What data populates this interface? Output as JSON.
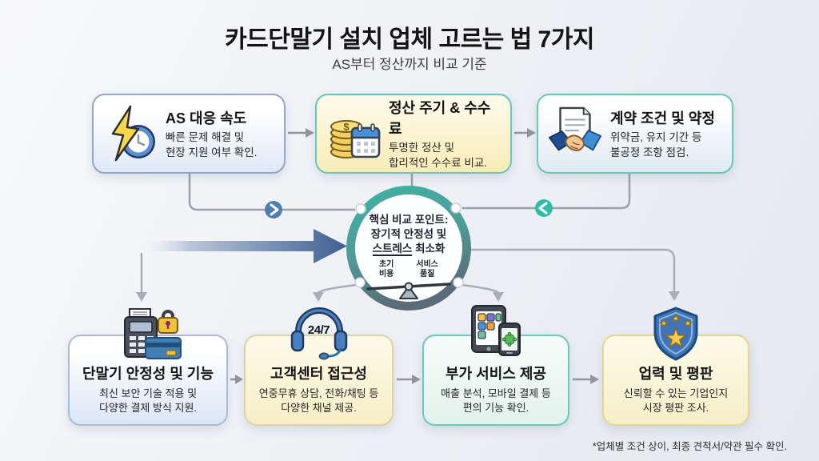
{
  "title": "카드단말기 설치 업체 고르는 법 7가지",
  "subtitle": "AS부터 정산까지 비교 기준",
  "cards_top": [
    {
      "icon": "lightning-clock-icon",
      "title": "AS 대응 속도",
      "desc1": "빠른 문제 해결 및",
      "desc2": "현장 지원 여부 확인."
    },
    {
      "icon": "coins-calendar-icon",
      "title": "정산 주기 & 수수료",
      "desc1": "투명한 정산 및",
      "desc2": "합리적인 수수료 비교."
    },
    {
      "icon": "document-handshake-icon",
      "title": "계약 조건 및 약정",
      "desc1": "위약금, 유지 기간 등",
      "desc2": "불공정 조항 점검."
    }
  ],
  "center": {
    "line1": "핵심 비교 포인트:",
    "line2": "장기적 안정성 및",
    "line3_underline": "스트레스",
    "line3_rest": " 최소화",
    "balance": {
      "left_top": "초기",
      "left_bottom": "비용",
      "right_top": "서비스",
      "right_bottom": "품질"
    }
  },
  "cards_bottom": [
    {
      "icon": "pos-terminal-lock-icon",
      "title": "단말기 안정성 및 기능",
      "desc1": "최신 보안 기술 적용 및",
      "desc2": "다양한 결제 방식 지원."
    },
    {
      "icon": "headset-icon",
      "badge": "24/7",
      "title": "고객센터 접근성",
      "desc1": "연중무휴 상담, 전화/채팅 등",
      "desc2": "다양한 채널 제공."
    },
    {
      "icon": "tablet-phone-icon",
      "title": "부가 서비스 제공",
      "desc1": "매출 분석, 모바일 결제 등",
      "desc2": "편의 기능 확인."
    },
    {
      "icon": "shield-stars-icon",
      "title": "업력 및 평판",
      "desc1": "신뢰할 수 있는 기업인지",
      "desc2": "시장 평판 조사."
    }
  ],
  "footnote": "*업체별 조건 상이, 최종 견적서/약관 필수 확인.",
  "colors": {
    "teal_card_border": "#63c9b8",
    "blue_card_border": "#92a6c9",
    "blue_chevron_badge": "#4e7fb2",
    "teal_chevron_badge": "#30bcab",
    "big_arrow_blue": "#3e5f92",
    "ring_teal": "#3fb2a3",
    "ring_slate": "#5a6c7a",
    "connector_gray": "#9ba1a9"
  }
}
